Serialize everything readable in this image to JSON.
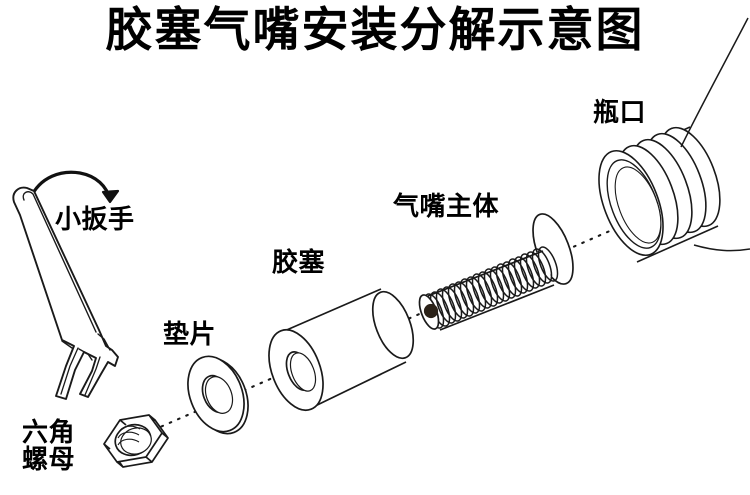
{
  "title": "胶塞气嘴安装分解示意图",
  "diagram": {
    "type": "exploded-assembly",
    "background_color": "#ffffff",
    "line_color": "#1a1a1a",
    "parts": [
      {
        "id": "wrench",
        "label": "小扳手",
        "icon": "open-end-wrench-icon",
        "note": "curved rotation arrow above"
      },
      {
        "id": "hex-nut",
        "label": "六角\n螺母",
        "label_line1": "六角",
        "label_line2": "螺母",
        "icon": "hex-nut-icon"
      },
      {
        "id": "washer",
        "label": "垫片",
        "icon": "washer-ring-icon"
      },
      {
        "id": "rubber-plug",
        "label": "胶塞",
        "icon": "tapered-plug-icon"
      },
      {
        "id": "valve-body",
        "label": "气嘴主体",
        "icon": "threaded-stem-icon"
      },
      {
        "id": "bottle-neck",
        "label": "瓶口",
        "icon": "bottle-neck-icon"
      }
    ],
    "centerline": {
      "style": "dotted",
      "from": "lower-left",
      "to": "upper-right"
    }
  }
}
